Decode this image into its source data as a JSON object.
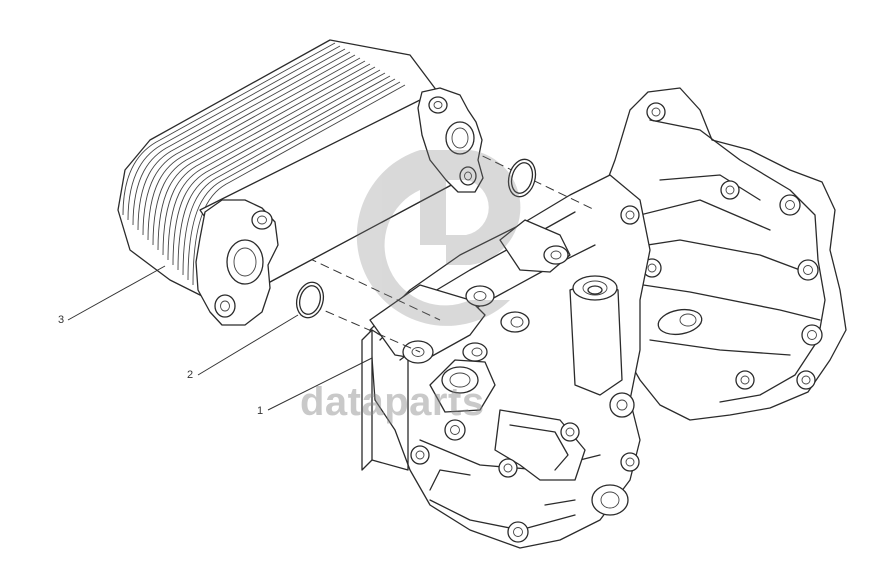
{
  "diagram": {
    "callouts": [
      {
        "id": "3",
        "label": "3",
        "part": "oil-cooler-core"
      },
      {
        "id": "2",
        "label": "2",
        "part": "o-ring-seal"
      },
      {
        "id": "1",
        "label": "1",
        "part": "oil-cooler-housing"
      }
    ],
    "watermark": {
      "logo": "GP",
      "text": "dataparts"
    },
    "colors": {
      "line": "#2b2b2b",
      "background": "#ffffff",
      "watermark": "#8a8a8a"
    }
  }
}
